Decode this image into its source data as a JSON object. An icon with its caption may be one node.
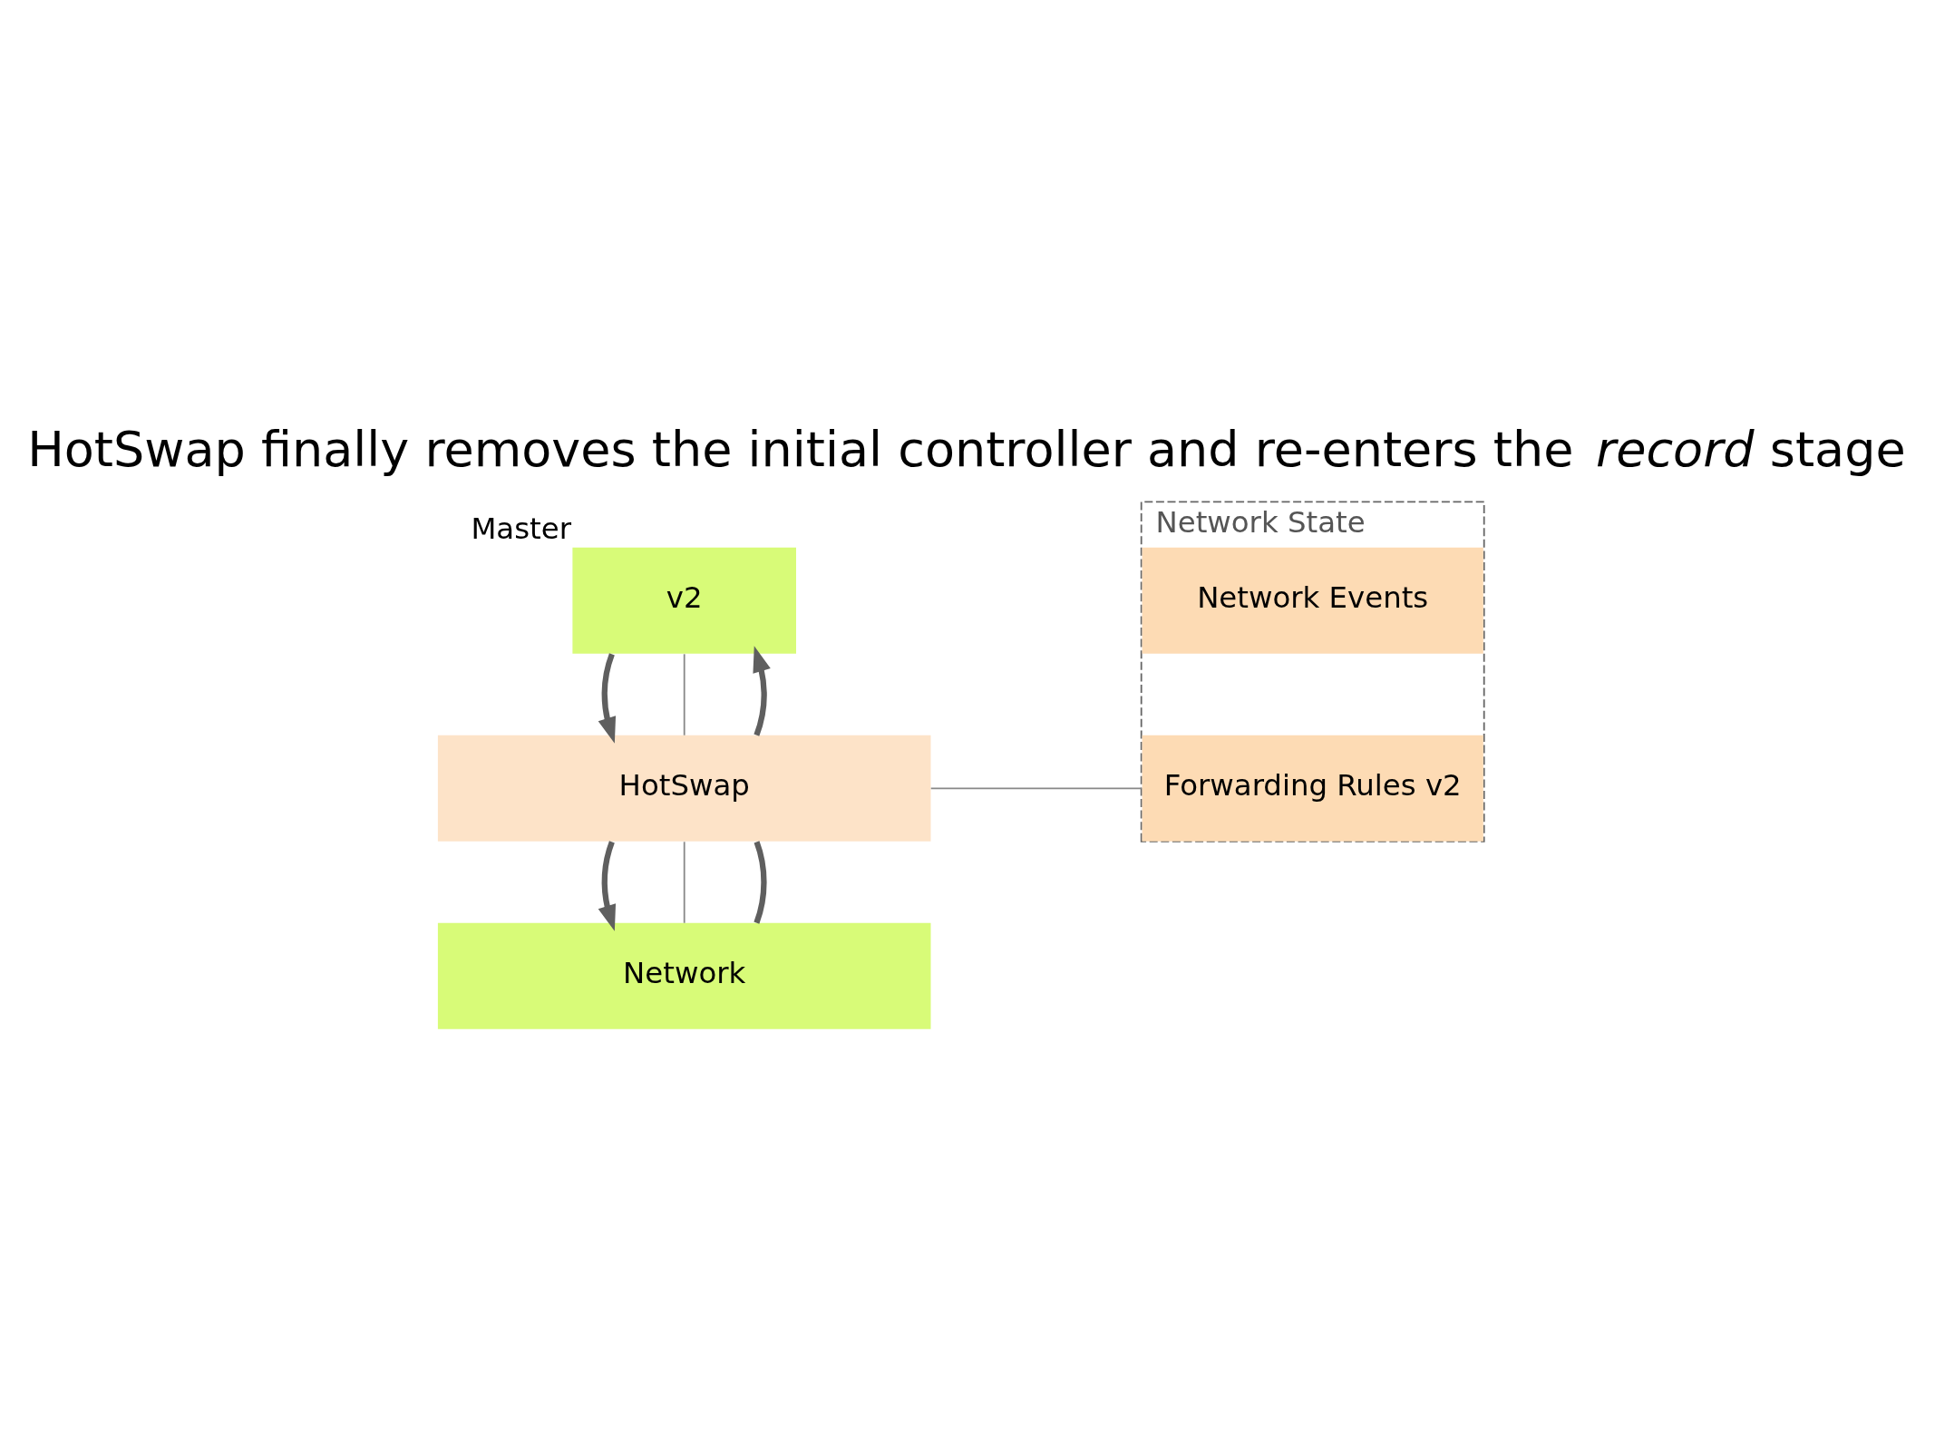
{
  "diagram": {
    "title": "HotSwap finally removes the initial controller and re-enters the *record* stage",
    "nodes": [
      {
        "text": [
          "v2"
        ],
        "beside": [
          "Master"
        ]
      },
      {
        "text": [
          "HotSwap"
        ]
      },
      {
        "text": [
          "Network"
        ]
      },
      {
        "text": [
          "Network State"
        ]
      },
      {
        "text": [
          "Network Events"
        ],
        "in": 3
      },
      {
        "text": [
          "Forwarding Rules v2"
        ],
        "in": 3
      }
    ],
    "edges": [
      {
        "from": 0,
        "to": 1,
        "arrow": "to"
      },
      {
        "from": 0,
        "to": 1,
        "arrow": "none",
        "color": "#888888"
      },
      {
        "from": 1,
        "to": 0,
        "arrow": "to"
      },
      {
        "from": 1,
        "to": 2,
        "arrow": "to"
      },
      {
        "from": 1,
        "to": 2,
        "arrow": "none",
        "color": "#888888"
      },
      {
        "from": 2,
        "to": 1,
        "arrow": "none"
      },
      {
        "from": 1,
        "to": 3,
        "arrow": "none",
        "color": "#888888"
      }
    ]
  }
}
